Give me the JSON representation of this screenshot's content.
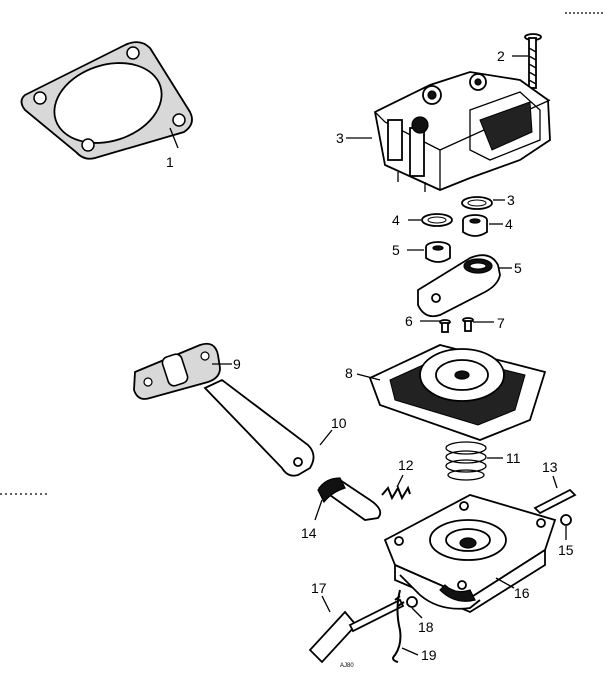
{
  "diagram": {
    "callouts": [
      "1",
      "2",
      "3",
      "3",
      "4",
      "4",
      "5",
      "5",
      "6",
      "7",
      "8",
      "9",
      "10",
      "11",
      "12",
      "13",
      "14",
      "15",
      "16",
      "17",
      "18",
      "19"
    ],
    "stamp": "AJ80"
  }
}
